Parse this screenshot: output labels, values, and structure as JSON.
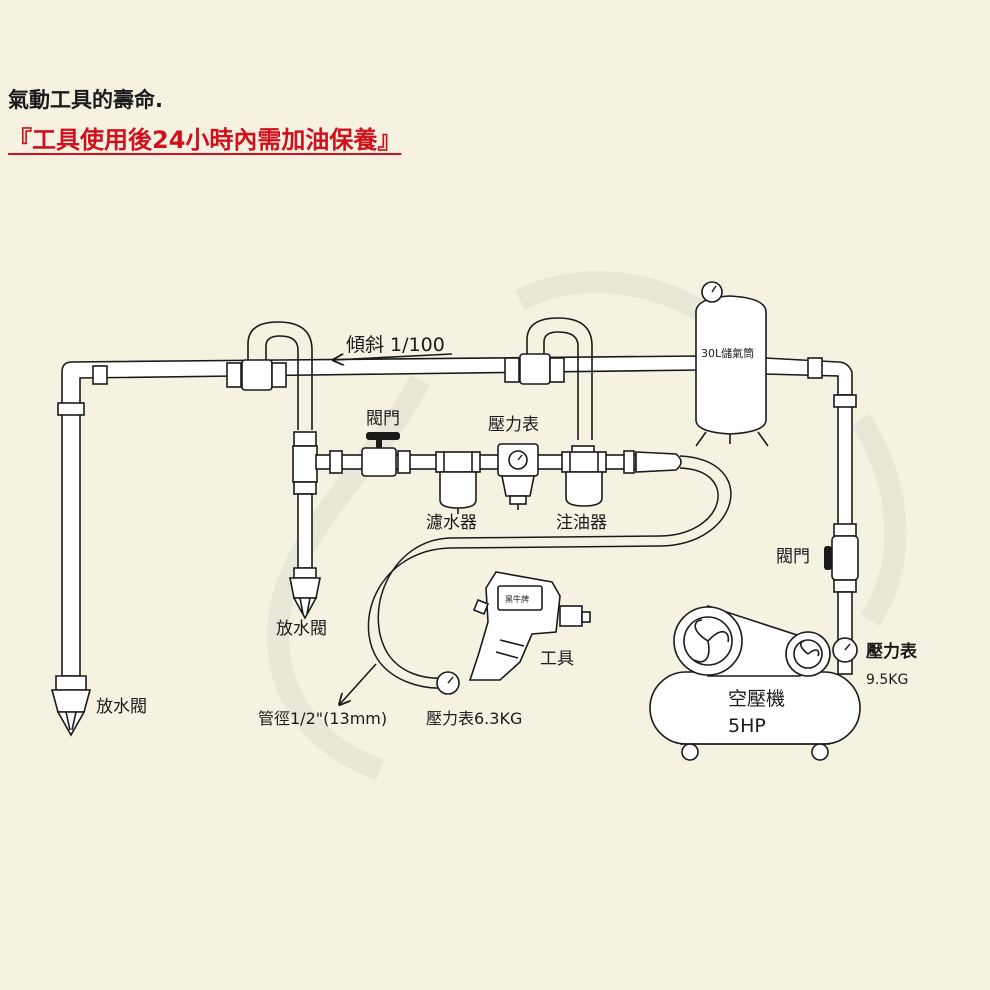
{
  "heading": "氣動工具的壽命.",
  "subheading": "『工具使用後24小時內需加油保養』",
  "labels": {
    "slope": "傾斜 1/100",
    "valve_top": "閥門",
    "gauge_top": "壓力表",
    "water_filter": "濾水器",
    "lubricator": "注油器",
    "tank": "30L儲氣筒",
    "valve_right": "閥門",
    "drain_mid": "放水閥",
    "drain_left": "放水閥",
    "tool": "工具",
    "hose": "管徑1/2\"(13mm)",
    "gauge_tool": "壓力表6.3KG",
    "gauge_comp": "壓力表",
    "gauge_comp_value": "9.5KG",
    "compressor": "空壓機",
    "compressor_hp": "5HP",
    "tool_badge": "黑牛牌"
  },
  "colors": {
    "accent_red": "#d0101c",
    "line": "#1a1a1a",
    "background": "#f6f2e2"
  }
}
